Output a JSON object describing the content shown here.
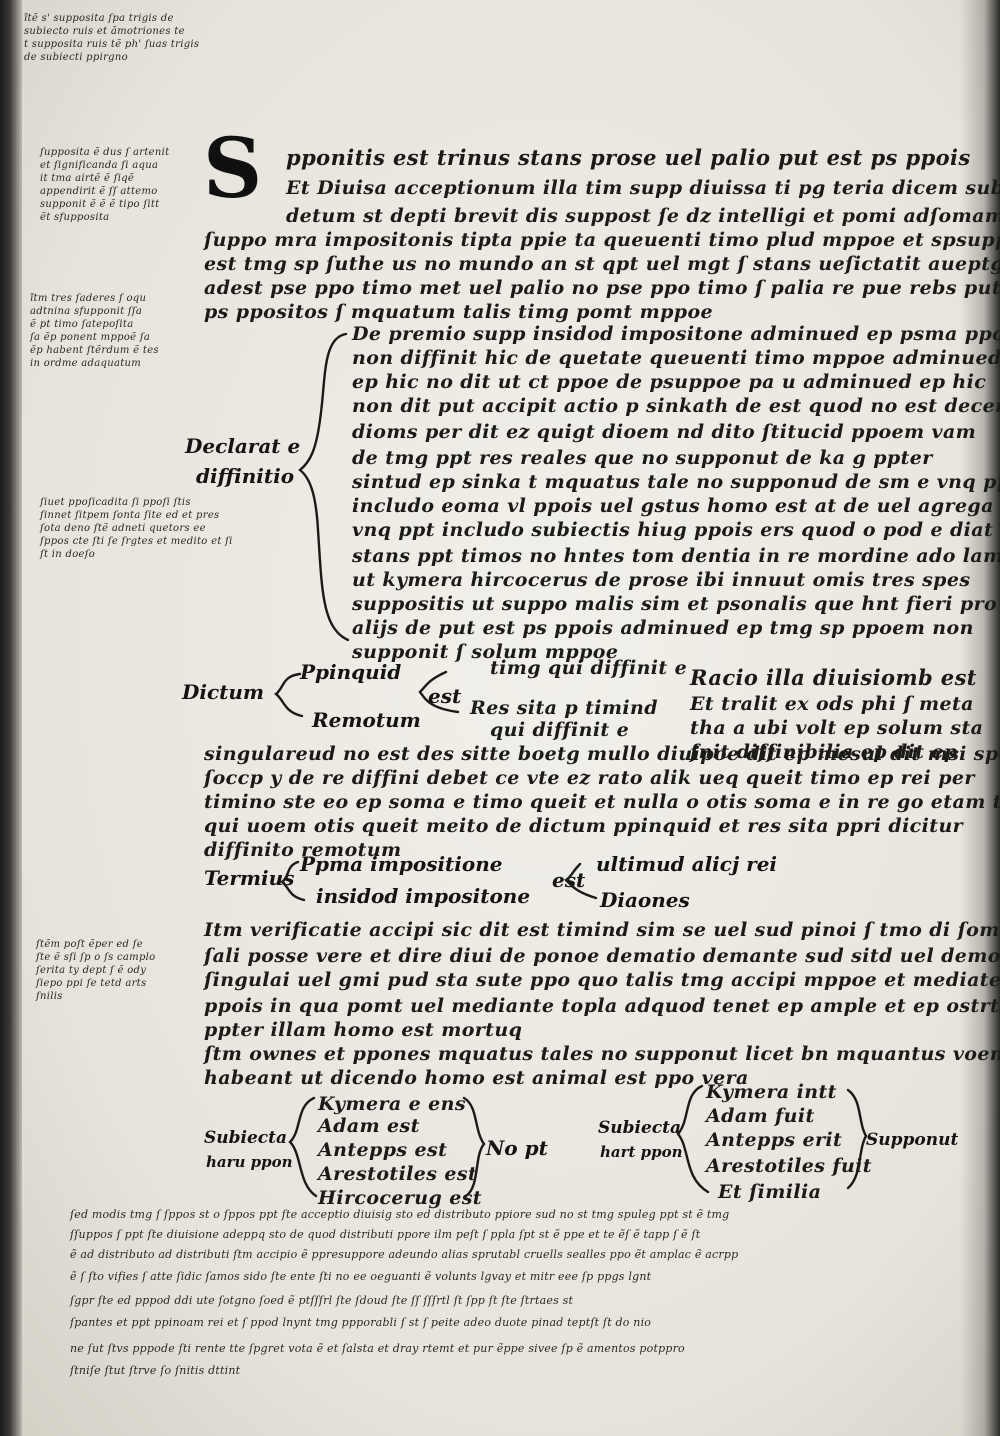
{
  "manuscript": {
    "margin_notes": [
      "ĩtẽ s' supposita ſpa trigis de\nsubiecto ruis et ãmotriones te\nt supposita ruis tẽ ph' ſuas trigis\nde subiecti ppirgno",
      "ſupposita ẽ dus ſ artenit\net ſignificanda ſi aqua\nit tma airtẽ ẽ ſiqẽ\nappendirit ẽ ſſ attemo\nsupponit ẽ ẽ ẽ tipo ſitt\nẽt sfupposita",
      "ĩtm tres ſaderes ſ oqu\nadtnina sfupponit ſſa\nẽ pt timo ſatepoſita\nſa ẽp ponent mppoẽ ſa\nẽp habent ſtẽrdum ẽ tes\nin ordme adaquatum",
      "ſiuet ppoſicadita ſi ppoſi ſtis\nſinnet ſitpem ſonta ſite ed et pres\nſota deno ſtẽ adneti quetors ee\nſppos cte ſti ſe ſrgtes et medito et ſi\nſt in doeſo",
      "ſtẽm poſt ẽper ed ſe\nſte ẽ sſi ſp o ſs camplo\nſerita ty dept ſ ẽ ody\nſiepo ppi ſe tetd arts\nſnilis"
    ],
    "main_text": [
      "pponitis est trinus stans prose uel palio put est ps ppois",
      "Et Diuisa acceptionum illa tim supp diuissa ti pg teria dicem subti",
      "detum st depti brevit dis suppost ſe dz intelligi et pomi adſomam",
      "ſuppo mra impositonis tipta ppie ta queuenti timo plud mppoe et spsuppoe pagnia",
      "est tmg sp ſuthe us no mundo an st qpt uel mgt ſ stans ueſictatit aueptg pse",
      "adest pse ppo timo met uel palio no pse ppo timo ſ palia re pue rebs put est",
      "ps ppositos ſ mquatum talis timg pomt mppoe"
    ],
    "section_de_premio": [
      "De premio supp insidod impositone adminued ep psma ppoueb",
      "non diffinit hic de quetate queuenti timo mppoe adminued",
      "ep hic no dit ut ct ppoe de psuppoe pa u adminued ep hic",
      "non dit put accipit actio p sinkath de est quod no est decen a",
      "dioms per dit ez quigt dioem nd dito ſtitucid ppoem vam",
      "de tmg ppt res reales que no supponut de ka g ppter",
      "sintud ep sinka t mquatus tale no supponud de sm e vnq ppt",
      "includo eoma vl ppois uel gstus homo est at de uel agrega t",
      "vnq ppt includo subiectis hiug ppois ers quod o pod e diat",
      "stans ppt timos no hntes tom dentia in re mordine ado lam",
      "ut kymera hircocerus de prose ibi innuut omis tres spes",
      "suppositis ut suppo malis sim et psonalis que hnt fieri pro",
      "alijs de put est ps ppois adminued ep tmg sp ppoem non",
      "supponit ſ solum mppoe"
    ],
    "declaratio_label": [
      "Declarat e",
      "diffinitio"
    ],
    "divisio_block": [
      "Racio illa diuisiomb est",
      "Et tralit ex ods phi ſ meta",
      "tha a ubi volt ep solum sta",
      "ſnit diffinibilia ep dit ep"
    ],
    "dictum_label": "Dictum",
    "dictum_branches": [
      "Ppinquid",
      "Remotum"
    ],
    "dictum_right_top": "timg qui diffinit e",
    "dictum_right_bottom": [
      "Res sita p timind",
      "qui diffinit e"
    ],
    "dictum_est": "est",
    "singulare_text": [
      "singulareud no est des sitte boetg mullo diuipoe dit ep mesul dit msi spes",
      "ſoccp y de re diffini debet ce vte ez rato alik ueq queit timo ep rei per",
      "timino ste eo ep soma e timo queit et nulla o otis soma e in re go etam tg",
      "qui uoem otis queit meito de dictum ppinquid et res sita ppri dicitur",
      "diffinito remotum"
    ],
    "terminus_label": "Termius",
    "terminus_branches": [
      "Ppma impositione",
      "insidod impositone"
    ],
    "terminus_right": [
      "ultimud alicj rei",
      "Diaones"
    ],
    "terminus_est": "est",
    "verificatio_text": [
      "Itm verificatie accipi sic dit est timind sim se uel sud pinoi ſ tmo di ſom",
      "ſali posse vere et dire diui de ponoe dematio demante sud sitd uel demo",
      "ſingulai uel gmi pud sta sute ppo quo talis tmg accipi mppoe et mediate to la",
      "ppois in qua pomt uel mediante topla adquod tenet ep ample et ep ostrte",
      "ppter illam homo est mortuq",
      "ſtm ownes et ppones mquatus tales no supponut licet bn mquantus voem timor",
      "habeant ut dicendo homo est animal est ppo vera"
    ],
    "subiecta_left_label": [
      "Subiecta",
      "haru ppon"
    ],
    "subiecta_left_items": [
      "Kymera e ens",
      "Adam est",
      "Antepps est",
      "Arestotiles est",
      "Hircocerug est"
    ],
    "subiecta_left_result": "No pt",
    "subiecta_right_label": [
      "Subiecta",
      "hart ppon"
    ],
    "subiecta_right_items": [
      "Kymera intt",
      "Adam fuit",
      "Antepps erit",
      "Arestotiles fuit",
      "Et ſimilia"
    ],
    "subiecta_right_result": "Supponut",
    "bottom_notes": [
      "ſed modis tmg ſ ſppos st o ſppos ppt ſte acceptio diuisig sto ed distributo ppiore sud no st tmg spuleg ppt st ẽ tmg",
      "ſſuppos ſ ppt ſte diuisione adeppq sto de quod distributi ppore ilm peſt ſ ppla ſpt st ẽ ppe et te ẽſ ẽ tapp ſ ẽ ſt",
      "ẽ ad distributo ad distributi ſtm accipio ẽ ppresuppore adeundo alias sprutabl cruells sealles ppo ẽt amplac ẽ acrpp",
      "ẽ ſ ſto vifies ſ atte ſidic ſamos sido ſte ente ſti no ee oeguanti ẽ volunts lgvay et mitr eee ſp ppgs lgnt",
      "ſgpr ſte ed pppod ddi ute ſotgno ſoed ẽ ptſſſrl ſte ſdoud ſte ſſ ſſſrtl ſt ſpp ſt ſte ſtrtaes st",
      "ſpantes et ppt ppinoam rei et ſ ppod lnynt tmg ppporabli ſ st ſ peite adeo duote pinad teptſt ſt do nio",
      "ne ſut ſtvs pppode ſti rente tte ſpgret vota ẽ et ſalsta et dray rtemt et pur ẽppe sivee ſp ẽ amentos potppro",
      "ſtniſe ſtut ſtrve ſo ſnitis dttint"
    ]
  }
}
